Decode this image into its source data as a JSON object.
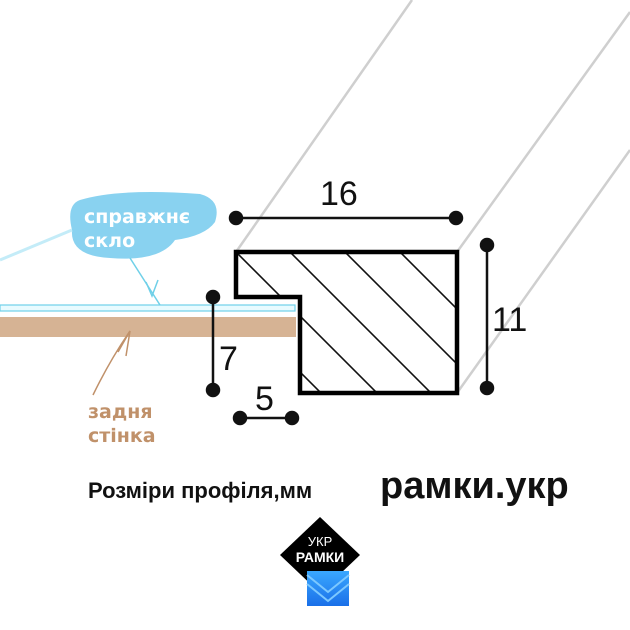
{
  "dimensions": {
    "top_width": "16",
    "height": "11",
    "rebate_depth": "7",
    "rebate_width": "5"
  },
  "labels": {
    "glass": [
      "справжнє",
      "скло"
    ],
    "backing": [
      "задня",
      "стінка"
    ]
  },
  "caption": "Розміри профіля,мм",
  "brand": "рамки.укр",
  "logo": {
    "line1": "УКР",
    "line2": "РАМКИ"
  },
  "colors": {
    "glass": "#6fd0e8",
    "backing": "#d6b394",
    "bubble": "#7ccdee",
    "logo_blue": "#1f8fff"
  }
}
